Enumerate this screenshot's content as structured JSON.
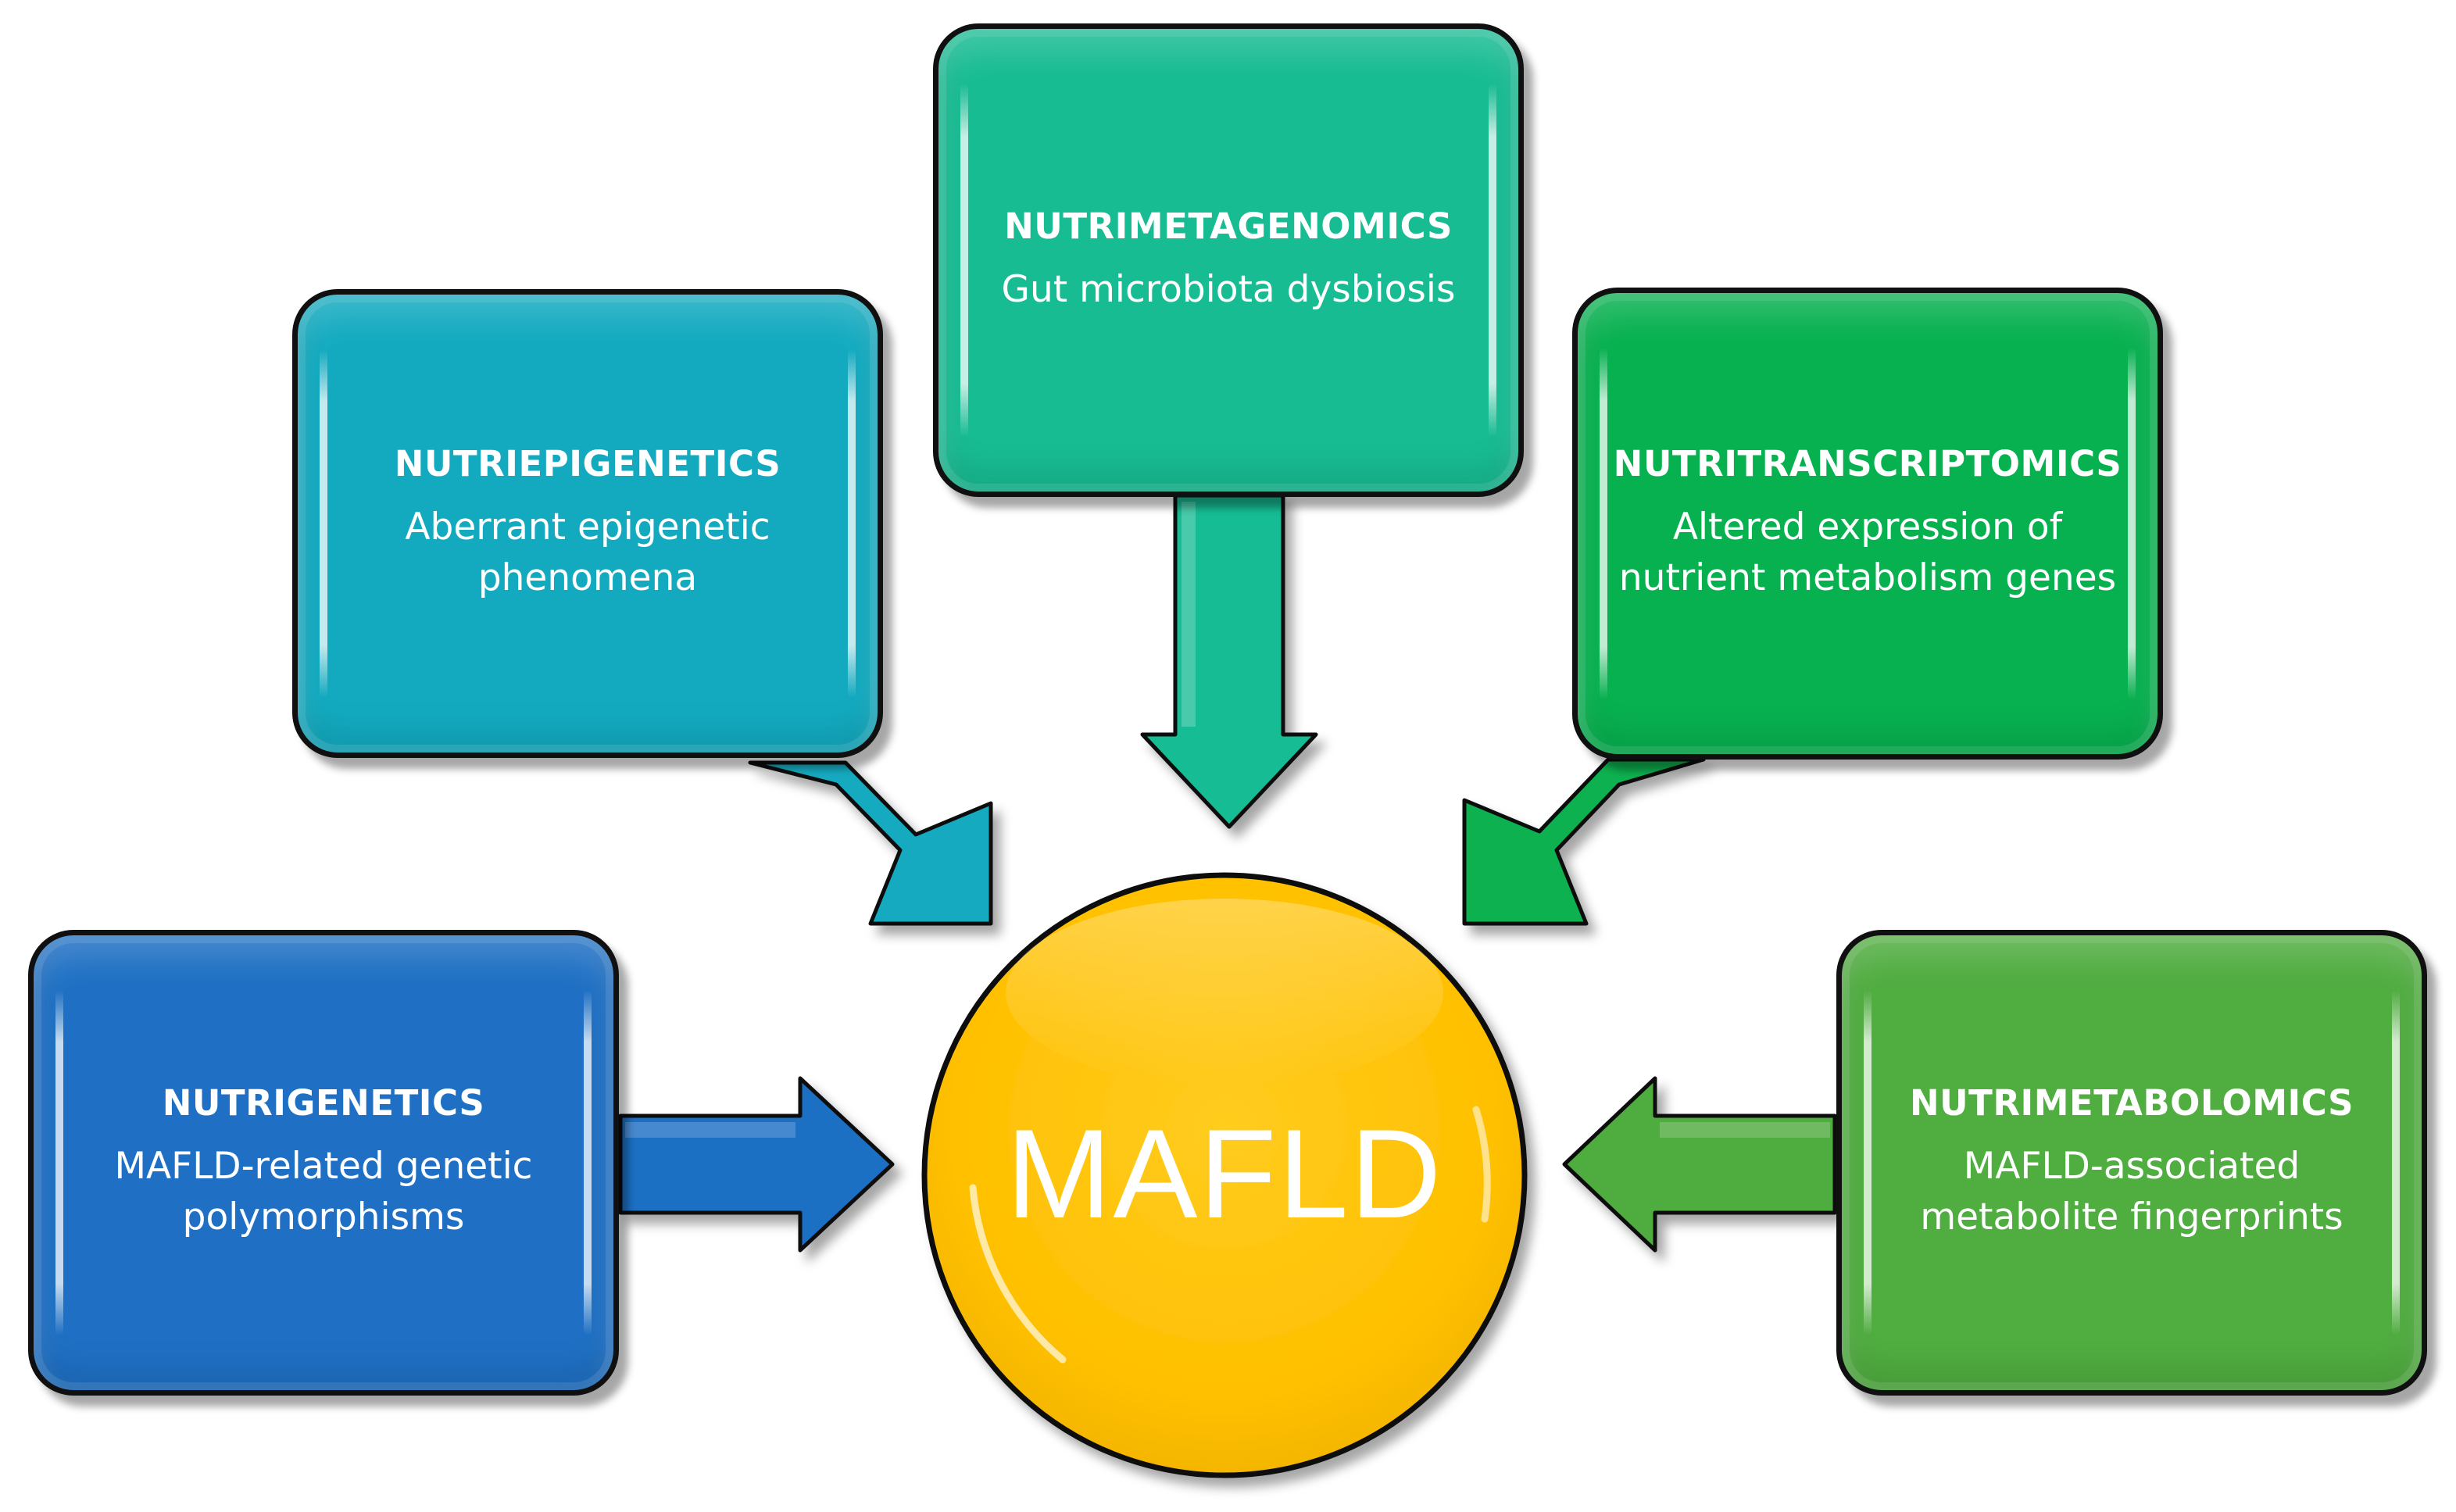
{
  "center": {
    "label": "MAFLD",
    "color": "#ffc000"
  },
  "nodes": [
    {
      "id": "nutrigenetics",
      "title": "NUTRIGENETICS",
      "description_lines": [
        "MAFLD-related genetic",
        "polymorphisms"
      ],
      "color": "#1f70c4"
    },
    {
      "id": "nutriepigenetics",
      "title": "NUTRIEPIGENETICS",
      "description_lines": [
        "Aberrant epigenetic",
        "phenomena"
      ],
      "color": "#13aac0"
    },
    {
      "id": "nutrimetagenomics",
      "title": "NUTRIMETAGENOMICS",
      "description_lines": [
        "Gut microbiota dysbiosis"
      ],
      "color": "#18bc93"
    },
    {
      "id": "nutritranscriptomics",
      "title": "NUTRITRANSCRIPTOMICS",
      "description_lines": [
        "Altered expression of",
        "nutrient metabolism genes"
      ],
      "color": "#08b150"
    },
    {
      "id": "nutrimetabolomics",
      "title": "NUTRIMETABOLOMICS",
      "description_lines": [
        "MAFLD-associated",
        "metabolite fingerprints"
      ],
      "color": "#50ad40"
    }
  ],
  "edges": [
    {
      "from": "nutrigenetics",
      "to": "center"
    },
    {
      "from": "nutriepigenetics",
      "to": "center"
    },
    {
      "from": "nutrimetagenomics",
      "to": "center"
    },
    {
      "from": "nutritranscriptomics",
      "to": "center"
    },
    {
      "from": "nutrimetabolomics",
      "to": "center"
    }
  ]
}
